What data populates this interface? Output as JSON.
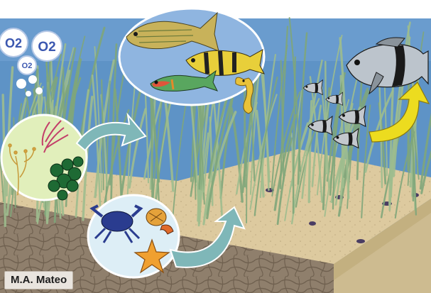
{
  "diagram": {
    "labels": {
      "oxygen_large_1": "O2",
      "oxygen_large_2": "O2",
      "oxygen_small": "O2"
    },
    "credit": "M.A. Mateo"
  },
  "colors": {
    "sky": "#ffffff",
    "water": "#5e93c6",
    "seagrass": "#8eb184",
    "sand": "#dcc99e",
    "rock": "#8a7a68",
    "arrow_cyan": "#7fb7b8",
    "arrow_yellow": "#ecdc1f",
    "bubble": "#ffffff",
    "oxygen_text": "#3b57b0"
  },
  "icons": [
    "fish-icon",
    "seahorse-icon",
    "crab-icon",
    "hermit-crab-icon",
    "starfish-icon",
    "algae-icon",
    "bubble-icon",
    "arrow-icon"
  ]
}
